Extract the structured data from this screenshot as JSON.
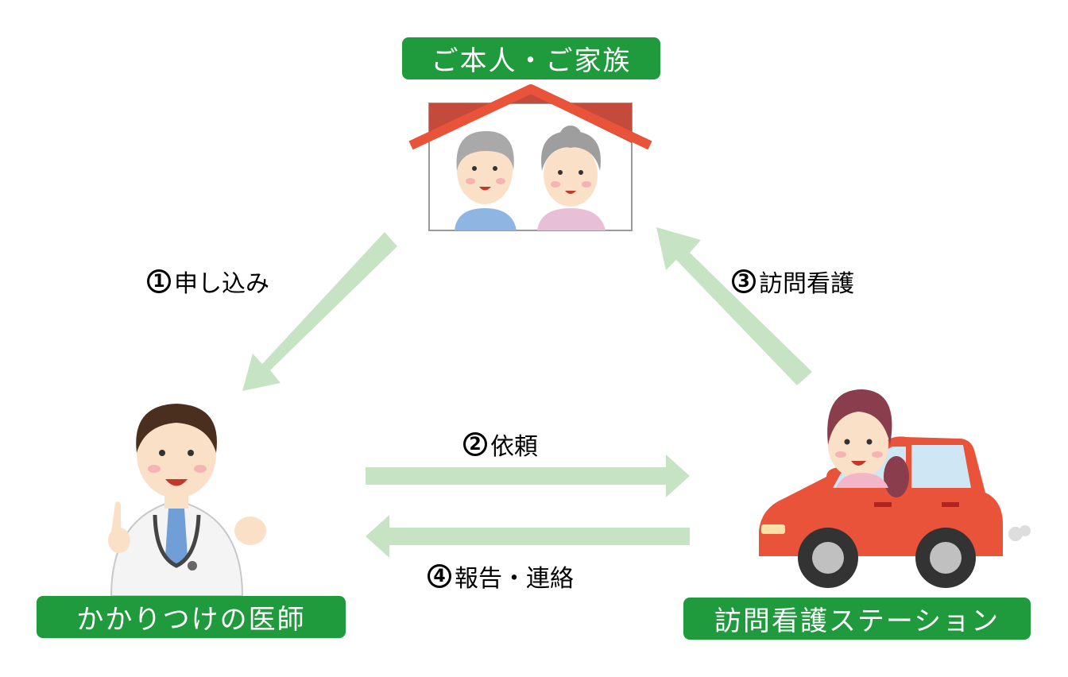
{
  "nodes": {
    "family": {
      "label": "ご本人・ご家族"
    },
    "doctor": {
      "label": "かかりつけの医師"
    },
    "station": {
      "label": "訪問看護ステーション"
    }
  },
  "steps": [
    {
      "num": "1",
      "text": "申し込み"
    },
    {
      "num": "2",
      "text": "依頼"
    },
    {
      "num": "3",
      "text": "訪問看護"
    },
    {
      "num": "4",
      "text": "報告・連絡"
    }
  ],
  "colors": {
    "label_bg": "#1f9a3c",
    "arrow": "#c6e3c4",
    "roof": "#e8533a",
    "car": "#e8533a"
  }
}
